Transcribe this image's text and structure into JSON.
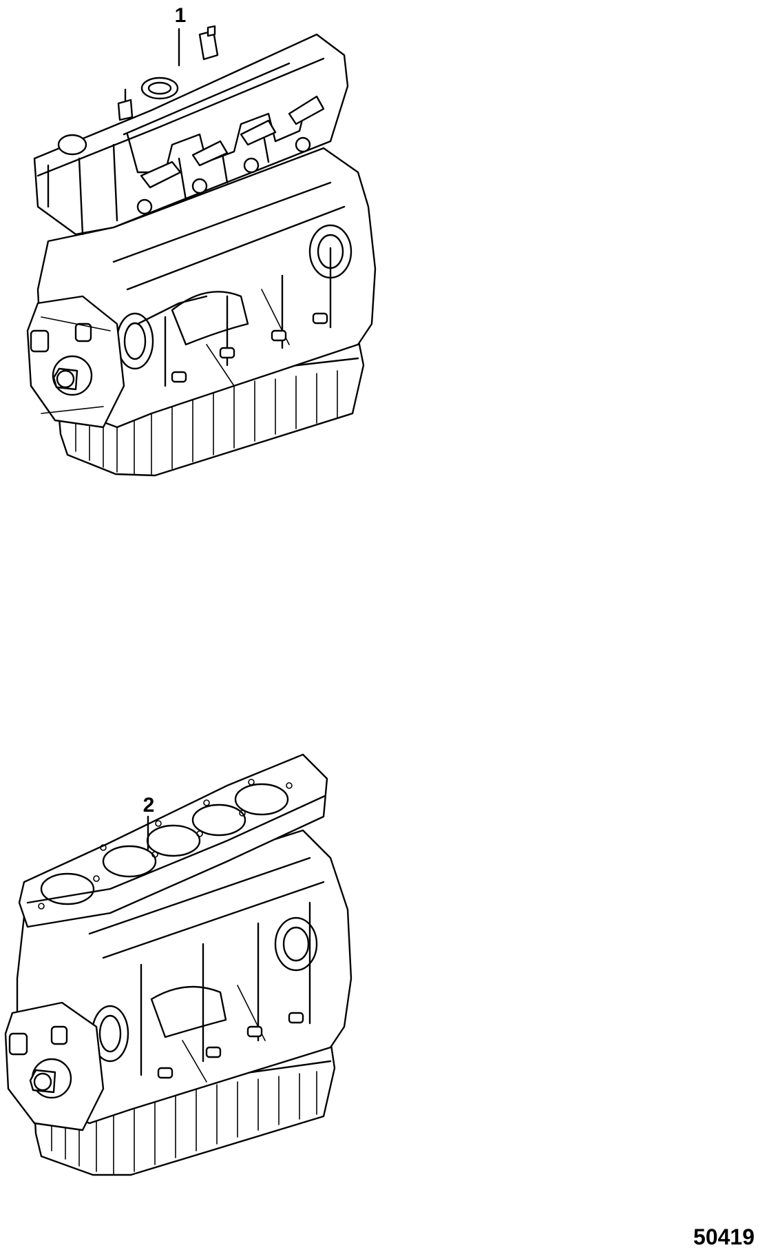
{
  "callouts": [
    {
      "id": "engine-assembly",
      "label": "1"
    },
    {
      "id": "short-block",
      "label": "2"
    }
  ],
  "figure_number": "50419",
  "colors": {
    "ink": "#000000",
    "paper": "#ffffff"
  }
}
